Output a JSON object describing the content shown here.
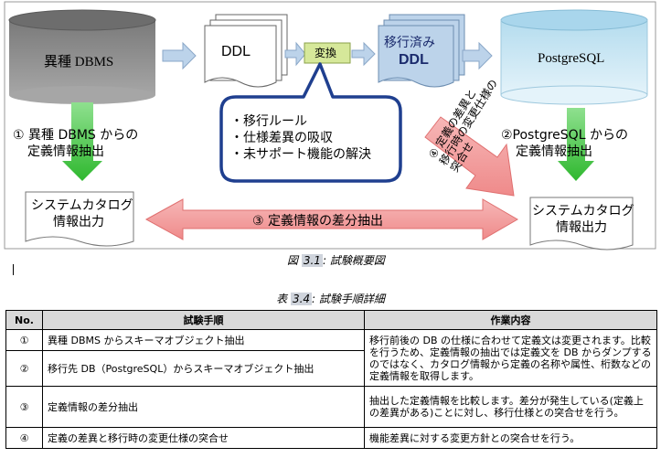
{
  "figure": {
    "source_db": "異種 DBMS",
    "ddl": "DDL",
    "convert": "変換",
    "migrated_ddl_line1": "移行済み",
    "migrated_ddl_line2": "DDL",
    "target_db": "PostgreSQL",
    "callout_items": [
      "・移行ルール",
      "・仕様差異の吸収",
      "・未サポート機能の解決"
    ],
    "left_extract_line1": "① 異種 DBMS からの",
    "left_extract_line2": "定義情報抽出",
    "right_extract_line1": "②PostgreSQL からの",
    "right_extract_line2": "定義情報抽出",
    "catalog_left_line1": "システムカタログ",
    "catalog_left_line2": "情報出力",
    "catalog_right_line1": "システムカタログ",
    "catalog_right_line2": "情報出力",
    "diff_label": "③ 定義情報の差分抽出",
    "reconcile_line1": "④ 定義の差異と",
    "reconcile_line2": "移行時の変更仕様の",
    "reconcile_line3": "突合せ",
    "caption_prefix": "図",
    "caption_num": "3.1",
    "caption_text": ": 試験概要図"
  },
  "table": {
    "caption_prefix": "表",
    "caption_num": "3.4",
    "caption_text": ": 試験手順詳細",
    "headers": [
      "No.",
      "試験手順",
      "作業内容"
    ],
    "rows": [
      {
        "no": "①",
        "step": "異種 DBMS からスキーマオブジェクト抽出"
      },
      {
        "no": "②",
        "step": "移行先 DB（PostgreSQL）からスキーマオブジェクト抽出"
      },
      {
        "no": "③",
        "step": "定義情報の差分抽出",
        "work": "抽出した定義情報を比較します。差分が発生している(定義上の差異がある)ことに対し、移行仕様との突合せを行う。"
      },
      {
        "no": "④",
        "step": "定義の差異と移行時の変更仕様の突合せ",
        "work": "機能差異に対する変更方針との突合せを行う。"
      }
    ],
    "merged_work_1_2": "移行前後の DB の仕様に合わせて定義文は変更されます。比較を行うため、定義情報の抽出では定義文を DB からダンプするのではなく、カタログ情報から定義の名称や属性、桁数などの定義情報を取得します。"
  },
  "colors": {
    "cylinder_gray": "#8e8e8e",
    "cylinder_blue": "#c6e4f2",
    "green_arrow": "#4cc94c",
    "red_arrow": "#f2a0a0",
    "callout_border": "#1f3f8f",
    "convert_box": "#d6e89a",
    "migrated_doc": "#bcd3ea",
    "header_fill": "#d9d9d9"
  }
}
